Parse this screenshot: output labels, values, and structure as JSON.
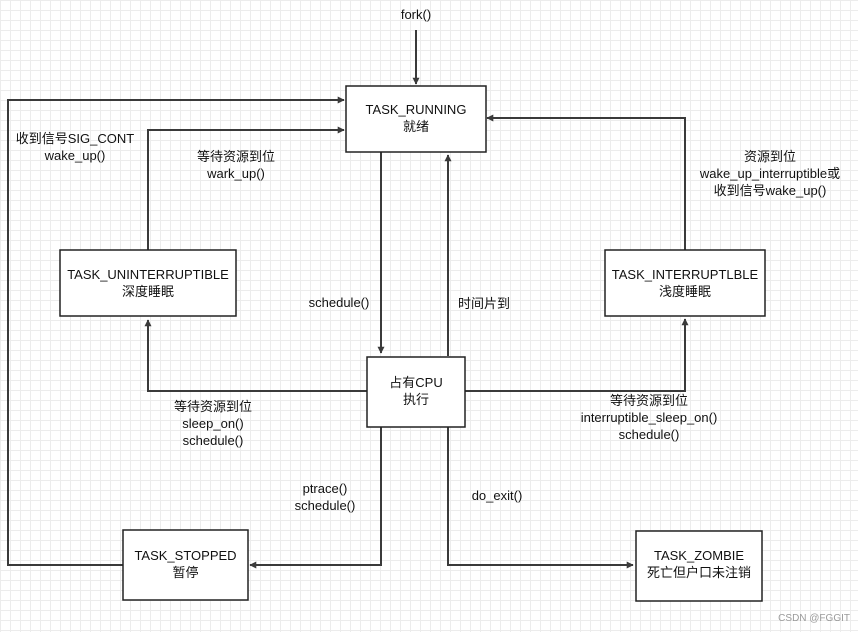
{
  "nodes": {
    "running": {
      "line1": "TASK_RUNNING",
      "line2": "就绪"
    },
    "uninterruptible": {
      "line1": "TASK_UNINTERRUPTIBLE",
      "line2": "深度睡眠"
    },
    "interruptible": {
      "line1": "TASK_INTERRUPTLBLE",
      "line2": "浅度睡眠"
    },
    "cpu": {
      "line1": "占有CPU",
      "line2": "执行"
    },
    "stopped": {
      "line1": "TASK_STOPPED",
      "line2": "暂停"
    },
    "zombie": {
      "line1": "TASK_ZOMBIE",
      "line2": "死亡但户口未注销"
    }
  },
  "edges": {
    "fork": {
      "lines": [
        "fork()"
      ]
    },
    "sig_cont": {
      "lines": [
        "收到信号SIG_CONT",
        "wake_up()"
      ]
    },
    "wake_uninterruptible": {
      "lines": [
        "等待资源到位",
        "wark_up()"
      ]
    },
    "wake_interruptible": {
      "lines": [
        "资源到位",
        "wake_up_interruptible或",
        "收到信号wake_up()"
      ]
    },
    "schedule": {
      "lines": [
        "schedule()"
      ]
    },
    "timeslice": {
      "lines": [
        "时间片到"
      ]
    },
    "sleep_on": {
      "lines": [
        "等待资源到位",
        "sleep_on()",
        "schedule()"
      ]
    },
    "interruptible_sleep_on": {
      "lines": [
        "等待资源到位",
        "interruptible_sleep_on()",
        "schedule()"
      ]
    },
    "ptrace": {
      "lines": [
        "ptrace()",
        "schedule()"
      ]
    },
    "do_exit": {
      "lines": [
        "do_exit()"
      ]
    }
  },
  "watermark": "CSDN @FGGIT"
}
